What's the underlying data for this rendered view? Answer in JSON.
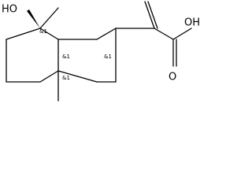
{
  "molecule": {
    "atoms": {
      "left_hydroxyl": "HO",
      "acid_hydroxyl": "OH",
      "carbonyl_oxygen": "O"
    },
    "stereo_labels": {
      "c8": "&1",
      "c8a": "&1",
      "c4a": "&1",
      "c2": "&1"
    }
  }
}
